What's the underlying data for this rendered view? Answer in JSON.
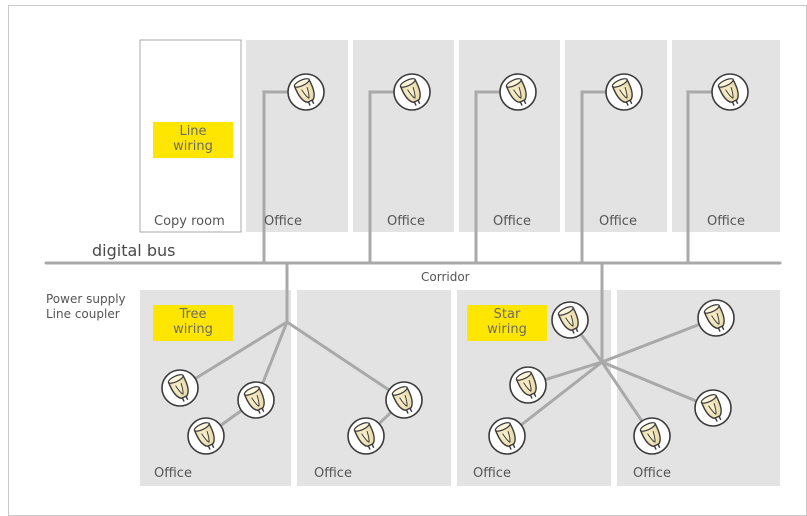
{
  "colors": {
    "room_fill": "#e3e3e3",
    "room_border": "#b8b8b8",
    "wire": "#a9a9a9",
    "highlight": "#ffe600",
    "text": "#555555",
    "lamp_glow": "#f6e7b5"
  },
  "top_rooms": [
    "Copy room",
    "Office",
    "Office",
    "Office",
    "Office",
    "Office"
  ],
  "bottom_rooms": [
    "Office",
    "Office",
    "Office",
    "Office"
  ],
  "labels": {
    "line_wiring": [
      "Line",
      "wiring"
    ],
    "tree_wiring": [
      "Tree",
      "wiring"
    ],
    "star_wiring": [
      "Star",
      "wiring"
    ],
    "bus": "digital bus",
    "corridor": "Corridor",
    "power_supply": "Power supply",
    "line_coupler": "Line coupler"
  },
  "icons": {
    "lamp": "light-bulb-icon"
  }
}
